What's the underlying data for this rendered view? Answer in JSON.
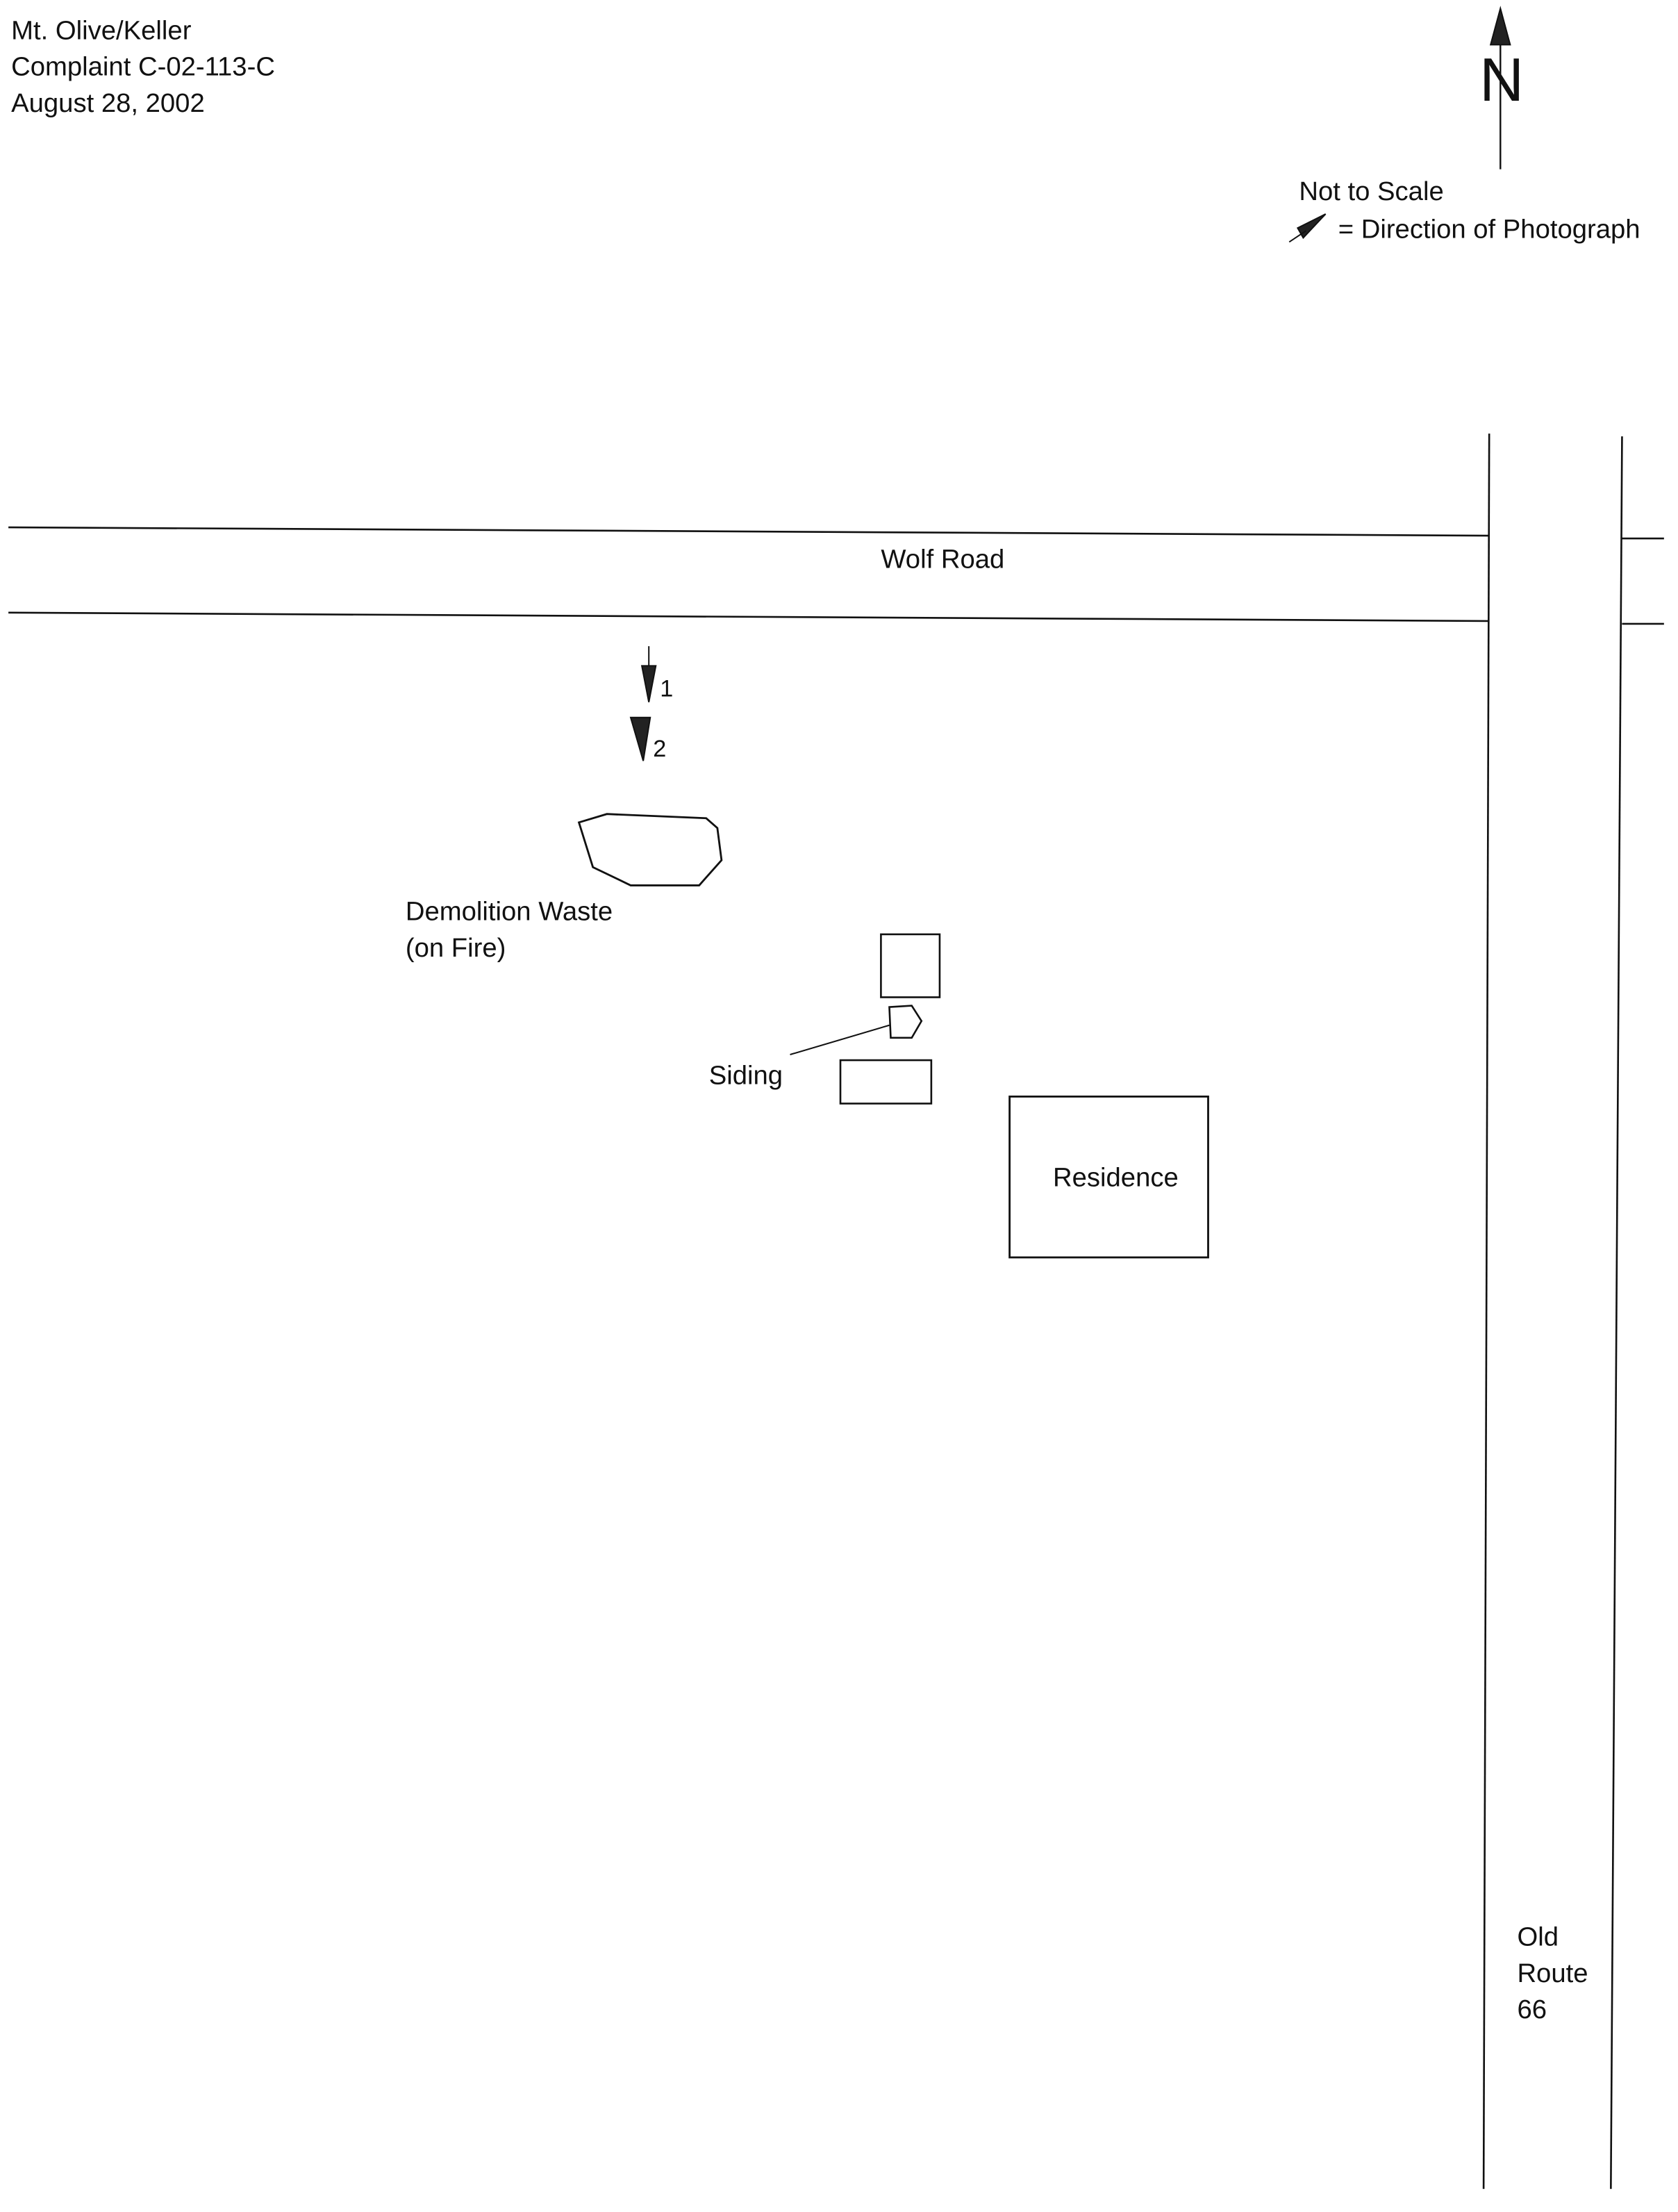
{
  "header": {
    "line1": "Mt. Olive/Keller",
    "line2": "Complaint C-02-113-C",
    "line3": "August 28, 2002"
  },
  "legend": {
    "north_label": "N",
    "scale_note": "Not to Scale",
    "arrow_meaning": "= Direction of Photograph"
  },
  "map": {
    "road_horizontal": "Wolf Road",
    "road_vertical": [
      "Old",
      "Route",
      "66"
    ],
    "photo_points": [
      "1",
      "2"
    ],
    "features": {
      "waste_line1": "Demolition Waste",
      "waste_line2": "(on Fire)",
      "siding": "Siding",
      "residence": "Residence"
    }
  },
  "colors": {
    "ink": "#111111",
    "paper": "#ffffff"
  }
}
